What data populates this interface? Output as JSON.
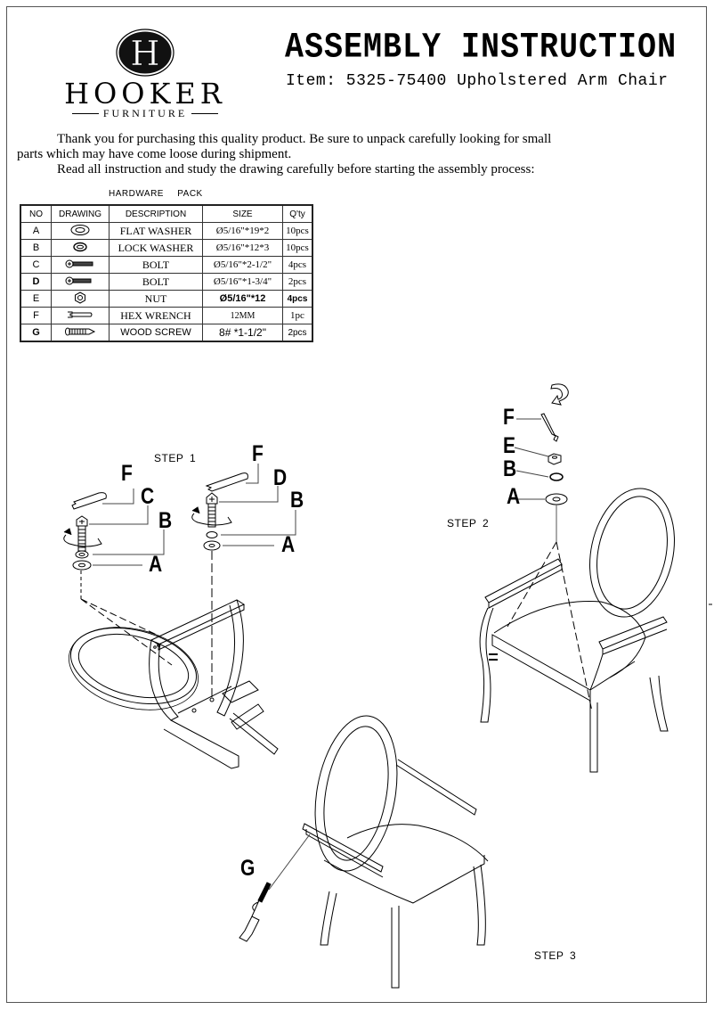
{
  "header": {
    "brand_name": "HOOKER",
    "brand_sub": "FURNITURE",
    "logo_letter": "H",
    "title": "ASSEMBLY INSTRUCTION",
    "item": "Item: 5325-75400 Upholstered Arm Chair"
  },
  "intro": {
    "line1": "Thank you for purchasing this quality product. Be sure to unpack carefully looking for small",
    "line2": "parts which may have come loose during shipment.",
    "line3": "Read all instruction and study the drawing carefully before starting the assembly process:"
  },
  "hardware": {
    "title": "HARDWARE PACK",
    "columns": [
      "NO",
      "DRAWING",
      "DESCRIPTION",
      "SIZE",
      "Q'ty"
    ],
    "rows": [
      {
        "no": "A",
        "icon": "flat-washer-icon",
        "description": "FLAT WASHER",
        "size": "Ø5/16\"*19*2",
        "qty": "10pcs"
      },
      {
        "no": "B",
        "icon": "lock-washer-icon",
        "description": "LOCK WASHER",
        "size": "Ø5/16\"*12*3",
        "qty": "10pcs"
      },
      {
        "no": "C",
        "icon": "bolt-icon",
        "description": "BOLT",
        "size": "Ø5/16\"*2-1/2\"",
        "qty": "4pcs"
      },
      {
        "no": "D",
        "icon": "bolt-icon",
        "description": "BOLT",
        "size": "Ø5/16\"*1-3/4\"",
        "qty": "2pcs"
      },
      {
        "no": "E",
        "icon": "nut-icon",
        "description": "NUT",
        "size": "Ø5/16\"*12",
        "qty": "4pcs"
      },
      {
        "no": "F",
        "icon": "hex-wrench-icon",
        "description": "HEX WRENCH",
        "size": "12MM",
        "qty": "1pc"
      },
      {
        "no": "G",
        "icon": "wood-screw-icon",
        "description": "WOOD SCREW",
        "size": "8# *1-1/2\"",
        "qty": "2pcs"
      }
    ]
  },
  "steps": {
    "step1": {
      "label": "STEP 1",
      "callouts": [
        "F",
        "C",
        "B",
        "A",
        "F",
        "D",
        "B",
        "A"
      ]
    },
    "step2": {
      "label": "STEP 2",
      "callouts": [
        "F",
        "E",
        "B",
        "A"
      ]
    },
    "step3": {
      "label": "STEP 3",
      "callouts": [
        "G"
      ]
    }
  }
}
